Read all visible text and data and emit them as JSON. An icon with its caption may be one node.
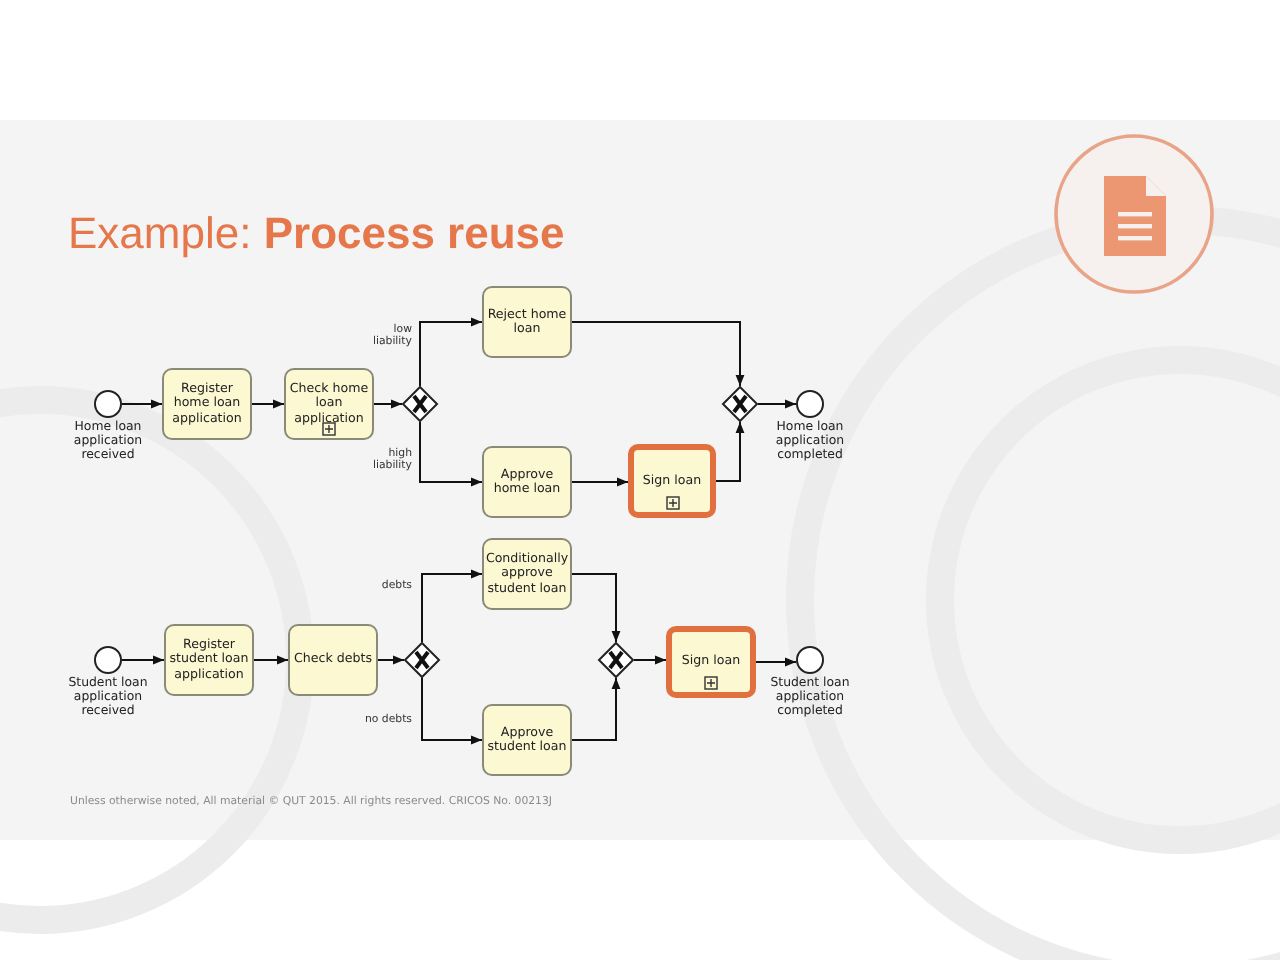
{
  "diagram": {
    "title": "Example: **Process reuse**",
    "nodes": [
      {
        "text": [],
        "shape": "circle",
        "beside": [
          "Home loan application received"
        ]
      },
      {
        "text": [
          "Register home loan application"
        ]
      },
      {
        "text": [
          "Check home loan application"
        ]
      },
      {
        "text": [],
        "shape": "diamond"
      },
      {
        "text": [
          "Reject home loan"
        ]
      },
      {
        "text": [
          "Approve home loan"
        ]
      },
      {
        "text": [
          "Sign loan"
        ]
      },
      {
        "text": [],
        "shape": "diamond"
      },
      {
        "text": [],
        "shape": "circle",
        "beside": [
          "Home loan application completed"
        ]
      },
      {
        "text": [],
        "shape": "circle",
        "beside": [
          "Student loan application received"
        ]
      },
      {
        "text": [
          "Register student loan application"
        ]
      },
      {
        "text": [
          "Check debts"
        ]
      },
      {
        "text": [],
        "shape": "diamond"
      },
      {
        "text": [
          "Conditionally approve student loan"
        ]
      },
      {
        "text": [
          "Approve student loan"
        ]
      },
      {
        "text": [],
        "shape": "diamond"
      },
      {
        "text": [
          "Sign loan"
        ]
      },
      {
        "text": [],
        "shape": "circle",
        "beside": [
          "Student loan application completed"
        ]
      }
    ],
    "edges": [
      {
        "from": 0,
        "to": 1,
        "arrow": "to"
      },
      {
        "from": 1,
        "to": 2,
        "arrow": "to"
      },
      {
        "from": 2,
        "to": 3,
        "arrow": "to"
      },
      {
        "from": 3,
        "to": 4,
        "arrow": "to",
        "label": "low liability"
      },
      {
        "from": 3,
        "to": 5,
        "arrow": "to",
        "label": "high liability"
      },
      {
        "from": 4,
        "to": 7,
        "arrow": "to"
      },
      {
        "from": 5,
        "to": 6,
        "arrow": "to"
      },
      {
        "from": 6,
        "to": 7,
        "arrow": "to"
      },
      {
        "from": 7,
        "to": 8,
        "arrow": "to"
      },
      {
        "from": 9,
        "to": 10,
        "arrow": "to"
      },
      {
        "from": 10,
        "to": 11,
        "arrow": "to"
      },
      {
        "from": 11,
        "to": 12,
        "arrow": "to"
      },
      {
        "from": 12,
        "to": 13,
        "arrow": "to",
        "label": "debts"
      },
      {
        "from": 12,
        "to": 14,
        "arrow": "to",
        "label": "no debts"
      },
      {
        "from": 13,
        "to": 15,
        "arrow": "to"
      },
      {
        "from": 14,
        "to": 15,
        "arrow": "to"
      },
      {
        "from": 15,
        "to": 16,
        "arrow": "to"
      },
      {
        "from": 16,
        "to": 17,
        "arrow": "to"
      }
    ],
    "labels": [
      "Unless otherwise noted, All material © QUT 2015. All rights reserved. CRICOS No. 00213J"
    ]
  }
}
